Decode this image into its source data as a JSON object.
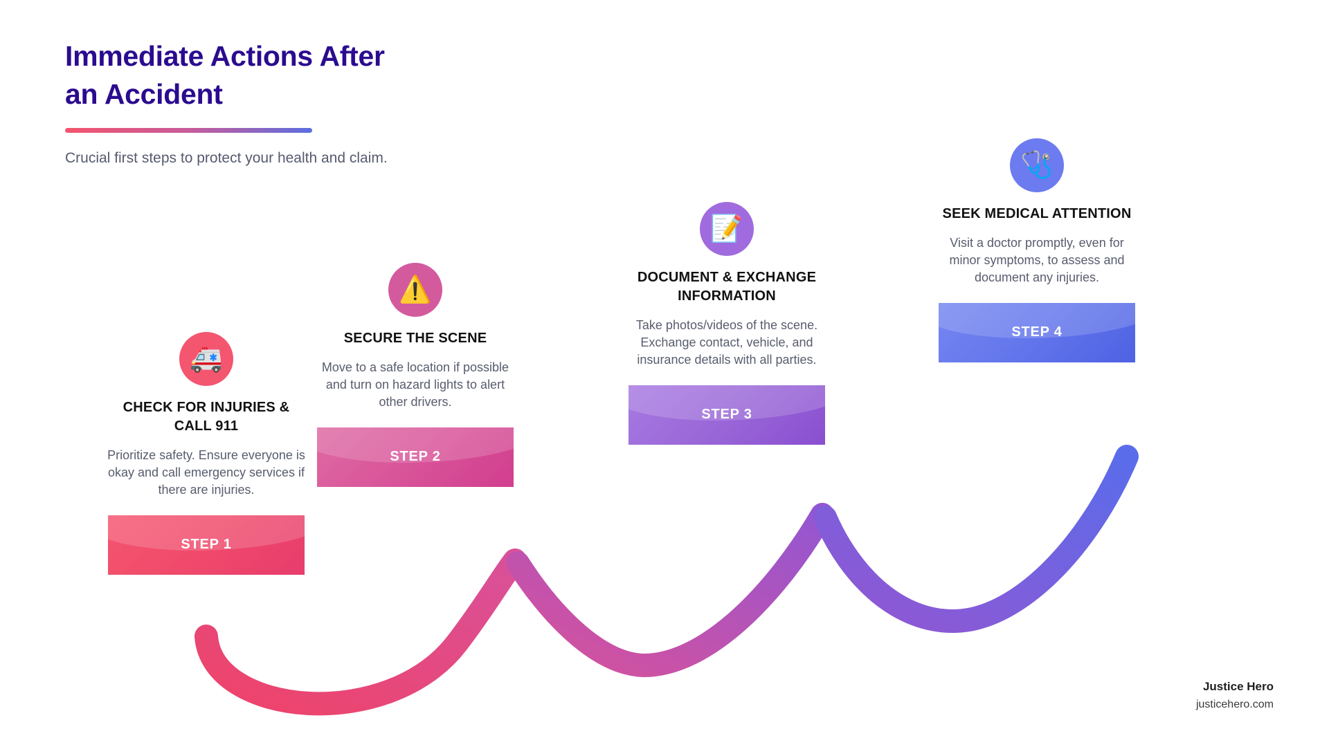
{
  "header": {
    "title": "Immediate Actions After\nan Accident",
    "subtitle": "Crucial first steps to protect your health and claim.",
    "rule_gradient_from": "#F4546E",
    "rule_gradient_to": "#5B6FE0",
    "title_color": "#2B0B8F"
  },
  "steps": [
    {
      "banner_label": "STEP 1",
      "title": "CHECK FOR INJURIES & CALL 911",
      "description": "Prioritize safety. Ensure everyone is okay and call emergency services if there are injuries.",
      "icon": "ambulance-icon",
      "icon_glyph": "🚑",
      "circle_color": "#F4556F",
      "banner_color": "#F04A6B",
      "banner_color_dark": "#E2376B"
    },
    {
      "banner_label": "STEP 2",
      "title": "SECURE THE SCENE",
      "description": "Move to a safe location if possible and turn on hazard lights to alert other drivers.",
      "icon": "warning-triangle-icon",
      "icon_glyph": "⚠️",
      "circle_color": "#D45A9E",
      "banner_color": "#DB5A97",
      "banner_color_dark": "#D2408A"
    },
    {
      "banner_label": "STEP 3",
      "title": "DOCUMENT & EXCHANGE INFORMATION",
      "description": "Take photos/videos of the scene. Exchange contact, vehicle, and insurance details with all parties.",
      "icon": "memo-pencil-icon",
      "icon_glyph": "📝",
      "circle_color": "#A06BDE",
      "banner_color": "#9B6DDA",
      "banner_color_dark": "#8A4FD0"
    },
    {
      "banner_label": "STEP 4",
      "title": "SEEK MEDICAL ATTENTION",
      "description": "Visit a doctor promptly, even for minor symptoms, to assess and document any injuries.",
      "icon": "stethoscope-icon",
      "icon_glyph": "🩺",
      "circle_color": "#6C7BEF",
      "banner_color": "#6477EC",
      "banner_color_dark": "#4F63E4"
    }
  ],
  "footer": {
    "brand": "Justice Hero",
    "url": "justicehero.com"
  }
}
